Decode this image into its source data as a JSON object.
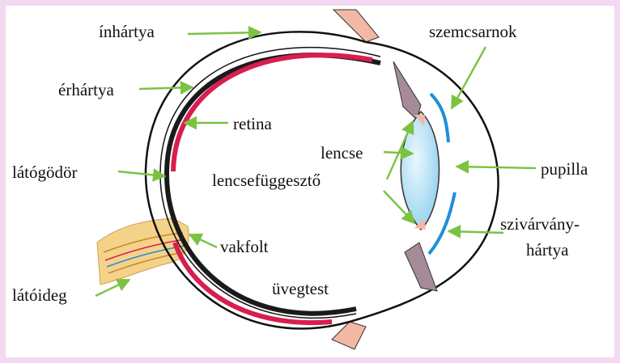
{
  "labels": {
    "inhartya": "ínhártya",
    "erhartya": "érhártya",
    "retina": "retina",
    "latogodor": "látógödör",
    "latoideg": "látóideg",
    "vakfolt": "vakfolt",
    "uvegtest": "üvegtest",
    "lencse": "lencse",
    "lencsefuggeszto": "lencsefüggesztő",
    "szemcsarnok": "szemcsarnok",
    "pupilla": "pupilla",
    "szivarvanyhartya_1": "szivárvány-",
    "szivarvanyhartya_2": "hártya"
  },
  "colors": {
    "background": "#ffffff",
    "frame_border": "#f3d9f1",
    "arrow": "#7cc242",
    "retina": "#d81e4e",
    "choroid": "#1a1a1a",
    "sclera": "#111111",
    "lens_fill": "#a9dcf2",
    "iris": "#1e8fd6",
    "ciliary": "#a58a98",
    "eyelid": "#f2b8a4",
    "optic_nerve": "#f5d28a"
  },
  "icons": {
    "arrow": "green-arrow-icon"
  }
}
